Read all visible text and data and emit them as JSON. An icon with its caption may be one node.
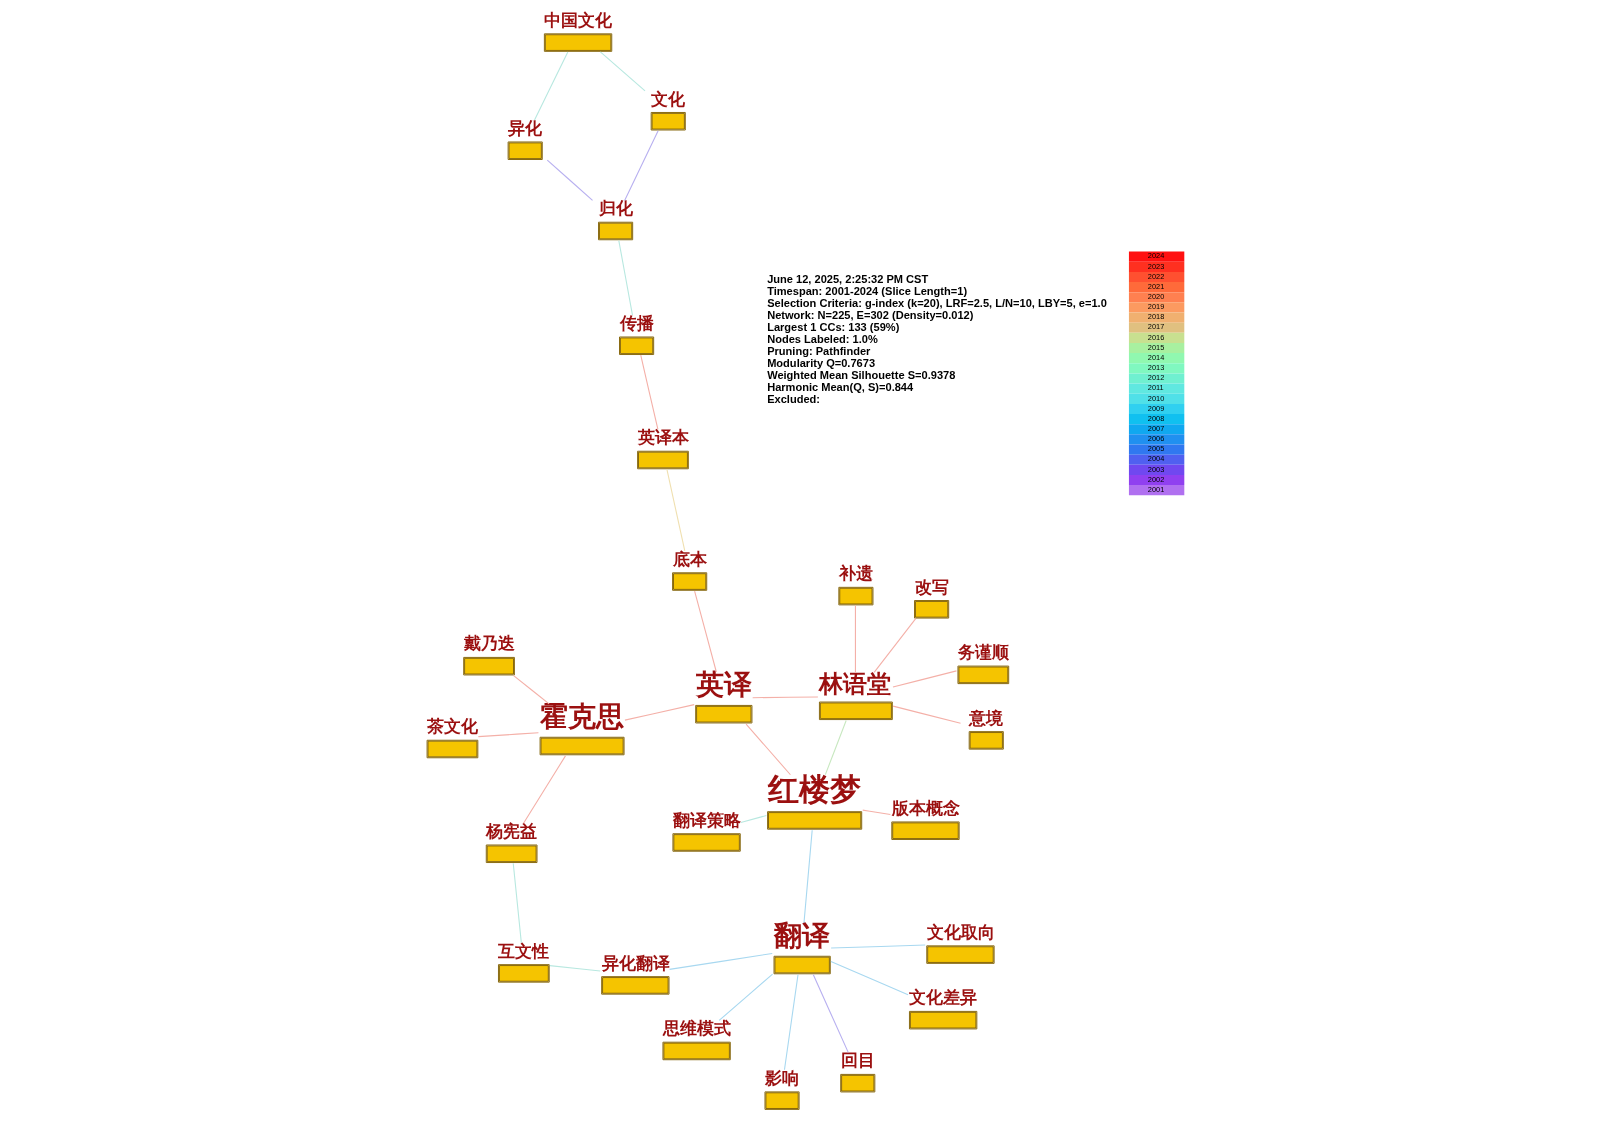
{
  "diagram": {
    "nodes": [
      {
        "text": [
          "异化翻译"
        ]
      },
      {
        "text": [
          "互文性"
        ]
      },
      {
        "text": [
          "杨宪益"
        ]
      },
      {
        "text": [
          "戴乃迭"
        ]
      },
      {
        "text": [
          "文化取向"
        ]
      },
      {
        "text": [
          "思维模式"
        ]
      },
      {
        "text": [
          "影响"
        ]
      },
      {
        "text": [
          "文化差异"
        ]
      },
      {
        "text": [
          "翻译"
        ]
      },
      {
        "text": [
          "霍克思"
        ]
      },
      {
        "text": [
          "回目"
        ]
      },
      {
        "text": [
          "茶文化"
        ]
      },
      {
        "text": [
          "版本概念"
        ]
      },
      {
        "text": [
          "底本"
        ]
      },
      {
        "text": [
          "红楼梦"
        ]
      },
      {
        "text": [
          "英译本"
        ]
      },
      {
        "text": [
          "英译"
        ]
      },
      {
        "text": [
          "翻译策略"
        ]
      },
      {
        "text": [
          "传播"
        ]
      },
      {
        "text": [
          "异化"
        ]
      },
      {
        "text": [
          "归化"
        ]
      },
      {
        "text": [
          "补遗"
        ]
      },
      {
        "text": [
          "中国文化"
        ]
      },
      {
        "text": [
          "林语堂"
        ]
      },
      {
        "text": [
          "文化"
        ]
      },
      {
        "text": [
          "意境"
        ]
      },
      {
        "text": [
          "务谨顺"
        ]
      },
      {
        "text": [
          "改写"
        ]
      }
    ],
    "edges": [
      {
        "from": 8,
        "to": 4,
        "arrow": "none",
        "color": "#a8d8f0"
      },
      {
        "from": 8,
        "to": 5,
        "arrow": "none",
        "color": "#a8d8f0"
      },
      {
        "from": 8,
        "to": 6,
        "arrow": "none",
        "color": "#a8d8f0"
      },
      {
        "from": 8,
        "to": 7,
        "arrow": "none",
        "color": "#a8d8f0"
      },
      {
        "from": 8,
        "to": 10,
        "arrow": "none",
        "color": "#b8b0f0"
      },
      {
        "from": 8,
        "to": 14,
        "arrow": "none",
        "color": "#a8d8f0"
      },
      {
        "from": 8,
        "to": 0,
        "arrow": "none",
        "color": "#a8d8f0"
      },
      {
        "from": 0,
        "to": 1,
        "arrow": "none",
        "color": "#b8e8e0"
      },
      {
        "from": 1,
        "to": 2,
        "arrow": "none",
        "color": "#b8e8e0"
      },
      {
        "from": 9,
        "to": 2,
        "arrow": "none",
        "color": "#f4b0a8"
      },
      {
        "from": 9,
        "to": 3,
        "arrow": "none",
        "color": "#f4b0a8"
      },
      {
        "from": 9,
        "to": 11,
        "arrow": "none",
        "color": "#f4b0a8"
      },
      {
        "from": 9,
        "to": 16,
        "arrow": "none",
        "color": "#f4b0a8"
      },
      {
        "from": 14,
        "to": 16,
        "arrow": "none",
        "color": "#f4b0a8"
      },
      {
        "from": 14,
        "to": 17,
        "arrow": "none",
        "color": "#b8e8e0"
      },
      {
        "from": 14,
        "to": 12,
        "arrow": "none",
        "color": "#f4b0a8"
      },
      {
        "from": 16,
        "to": 13,
        "arrow": "none",
        "color": "#f4b0a8"
      },
      {
        "from": 16,
        "to": 23,
        "arrow": "none",
        "color": "#f4b0a8"
      },
      {
        "from": 14,
        "to": 23,
        "arrow": "none",
        "color": "#c8e8c0"
      },
      {
        "from": 23,
        "to": 21,
        "arrow": "none",
        "color": "#f4b0a8"
      },
      {
        "from": 23,
        "to": 25,
        "arrow": "none",
        "color": "#f4b0a8"
      },
      {
        "from": 23,
        "to": 26,
        "arrow": "none",
        "color": "#f4b0a8"
      },
      {
        "from": 23,
        "to": 27,
        "arrow": "none",
        "color": "#f4b0a8"
      },
      {
        "from": 13,
        "to": 15,
        "arrow": "none",
        "color": "#f0e0b0"
      },
      {
        "from": 15,
        "to": 18,
        "arrow": "none",
        "color": "#f4b0a8"
      },
      {
        "from": 18,
        "to": 20,
        "arrow": "none",
        "color": "#b8e8e0"
      },
      {
        "from": 19,
        "to": 20,
        "arrow": "none",
        "color": "#b8b0f0"
      },
      {
        "from": 19,
        "to": 22,
        "arrow": "none",
        "color": "#b8e8e0"
      },
      {
        "from": 22,
        "to": 24,
        "arrow": "none",
        "color": "#b8e8e0"
      },
      {
        "from": 20,
        "to": 24,
        "arrow": "none",
        "color": "#b8b0f0"
      }
    ],
    "labels": [
      "June 12, 2025, 2:25:32 PM CST",
      "Timespan: 2001-2024 (Slice Length=1)",
      "Selection Criteria: g-index (k=20), LRF=2.5, L/N=10, LBY=5, e=1.0",
      "Network: N=225, E=302 (Density=0.012)",
      "Largest 1 CCs: 133 (59%)",
      "Nodes Labeled: 1.0%",
      "Pruning: Pathfinder",
      "Modularity Q=0.7673",
      "Weighted Mean Silhouette S=0.9378",
      "Harmonic Mean(Q, S)=0.844",
      "Excluded:"
    ],
    "legend": [
      {
        "text": "2024",
        "color": "#ff1010"
      },
      {
        "text": "2023",
        "color": "#ff3020"
      },
      {
        "text": "2022",
        "color": "#ff5030"
      },
      {
        "text": "2021",
        "color": "#ff6a3a"
      },
      {
        "text": "2020",
        "color": "#ff8050"
      },
      {
        "text": "2019",
        "color": "#fc9a60"
      },
      {
        "text": "2018",
        "color": "#f0b070"
      },
      {
        "text": "2017",
        "color": "#e0c080"
      },
      {
        "text": "2016",
        "color": "#c8e090"
      },
      {
        "text": "2015",
        "color": "#a8f0a0"
      },
      {
        "text": "2014",
        "color": "#90f8b0"
      },
      {
        "text": "2013",
        "color": "#80f8c0"
      },
      {
        "text": "2012",
        "color": "#70f0d0"
      },
      {
        "text": "2011",
        "color": "#60e8e0"
      },
      {
        "text": "2010",
        "color": "#50e0e8"
      },
      {
        "text": "2009",
        "color": "#30d0f0"
      },
      {
        "text": "2008",
        "color": "#10c0f0"
      },
      {
        "text": "2007",
        "color": "#10a8f0"
      },
      {
        "text": "2006",
        "color": "#2090f0"
      },
      {
        "text": "2005",
        "color": "#3078f0"
      },
      {
        "text": "2004",
        "color": "#5060f0"
      },
      {
        "text": "2003",
        "color": "#7048f0"
      },
      {
        "text": "2002",
        "color": "#9040f0"
      },
      {
        "text": "2001",
        "color": "#b070f0"
      }
    ]
  }
}
